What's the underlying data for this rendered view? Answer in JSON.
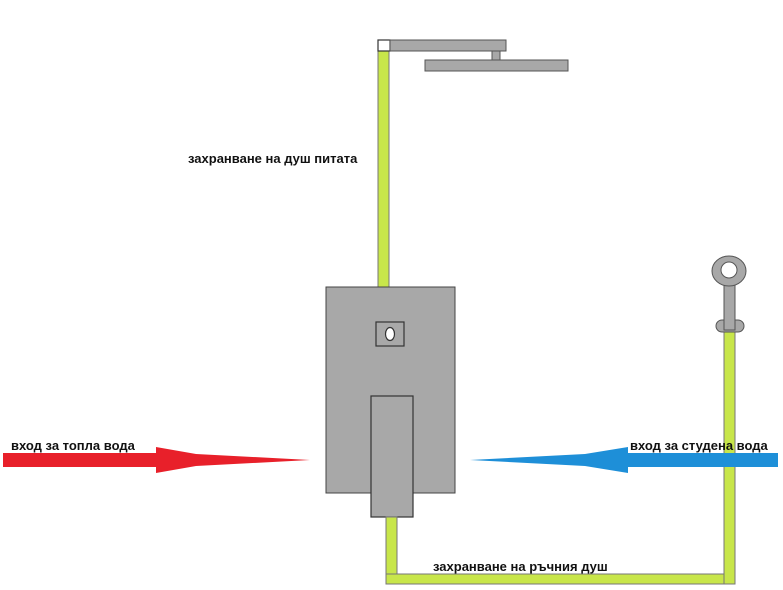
{
  "labels": {
    "shower_head_supply": "захранване на душ питата",
    "hot_water_inlet": "вход за топла вода",
    "cold_water_inlet": "вход за студена вода",
    "hand_shower_supply": "захранване на ръчния душ"
  },
  "colors": {
    "pipe_fill": "#c8e64a",
    "pipe_border": "#777777",
    "metal": "#a8a8a8",
    "metal_border": "#555555",
    "hot": "#e8202a",
    "cold": "#1e8fd8"
  }
}
